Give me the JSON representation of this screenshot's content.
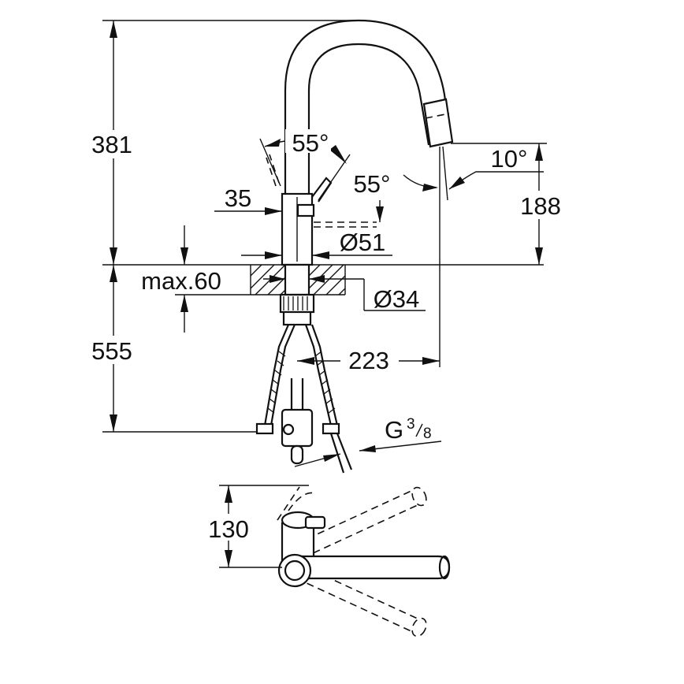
{
  "diagram": {
    "dimensions": {
      "height_total": "381",
      "angle_lever_top": "55°",
      "angle_lever_side": "55°",
      "angle_spray": "10°",
      "spout_height": "188",
      "lever_offset": "35",
      "body_diameter": "Ø51",
      "deck_thickness": "max.60",
      "hole_diameter": "Ø34",
      "below_deck": "555",
      "reach": "223",
      "connection": "G",
      "connection_num": "3",
      "connection_den": "8",
      "top_view_depth": "130"
    }
  }
}
